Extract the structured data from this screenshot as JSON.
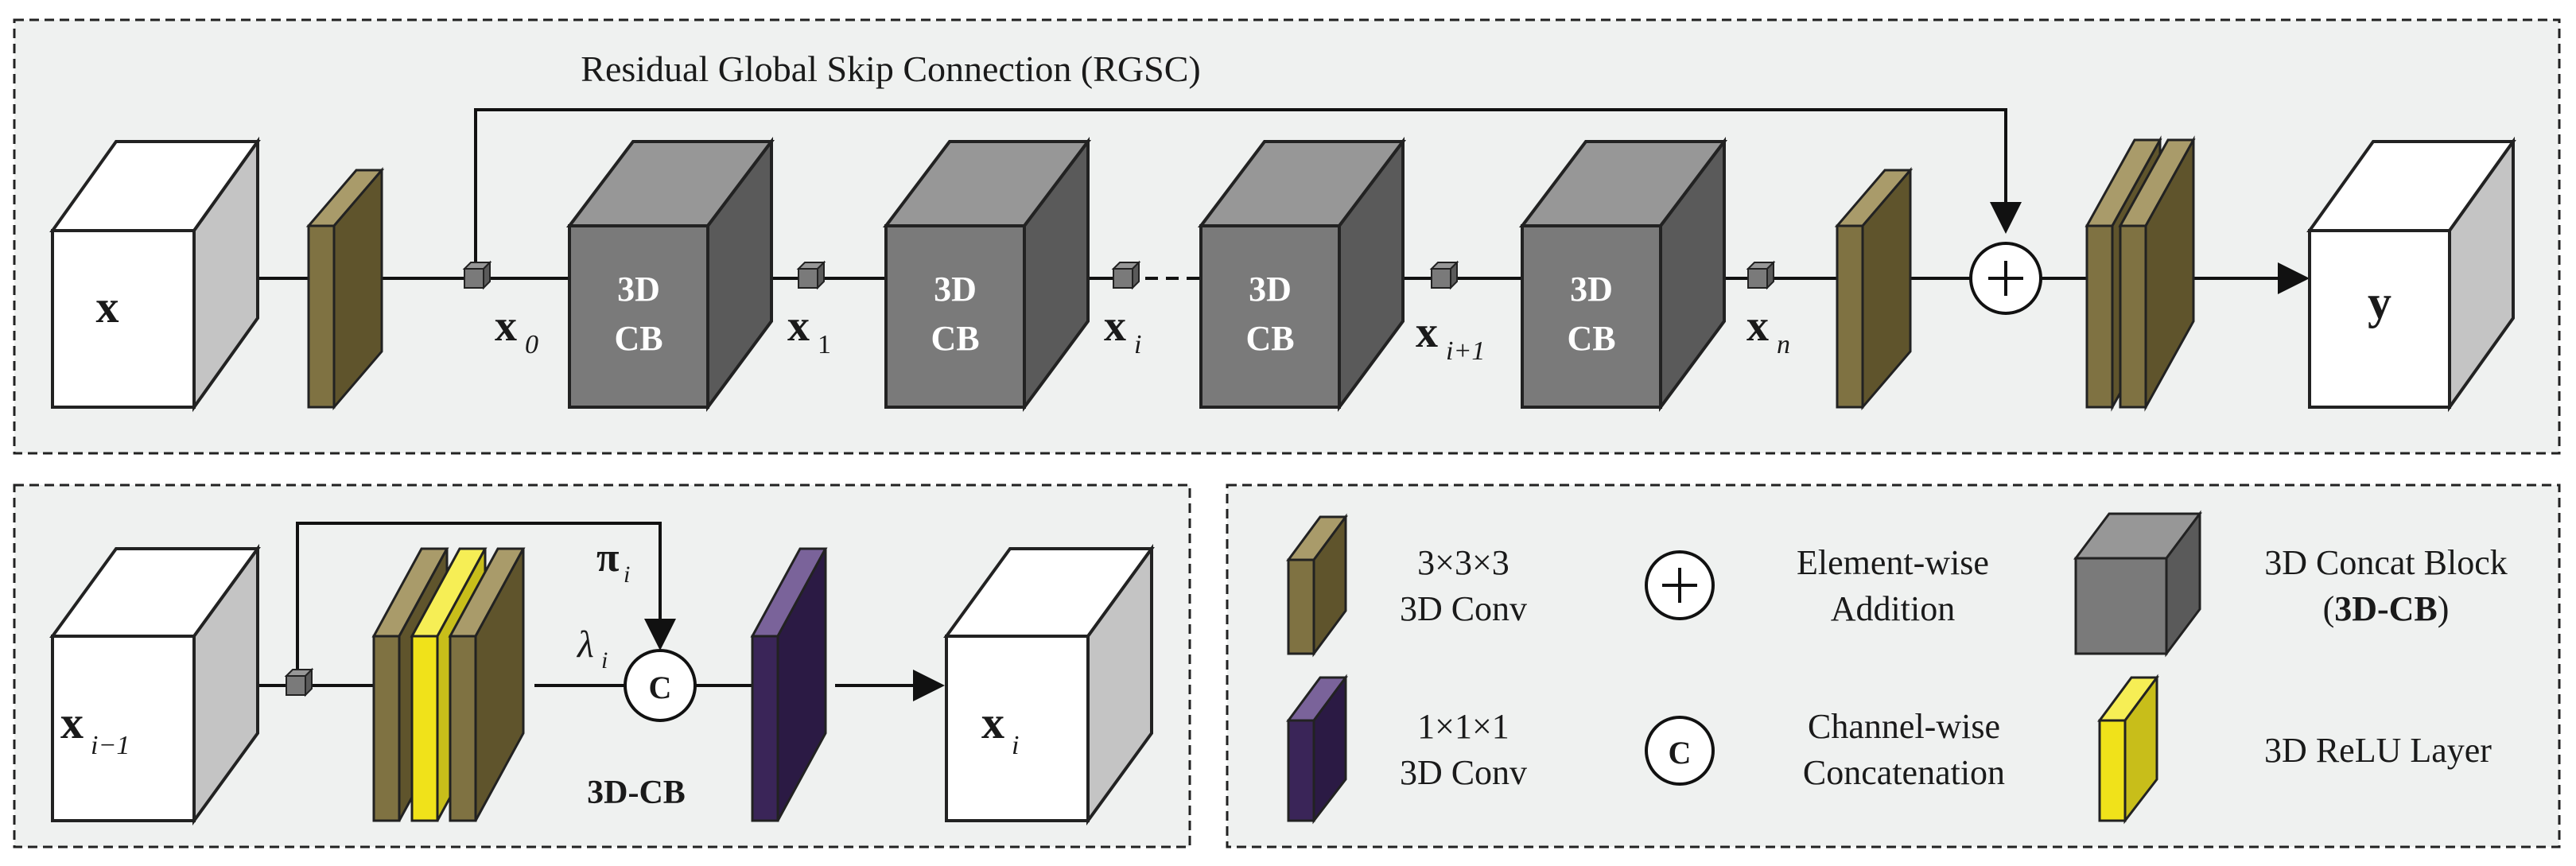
{
  "colors": {
    "panel_fill": "#eff1f0",
    "panel_border": "#222222",
    "conv3": "#7f7242",
    "conv3_side": "#5f542c",
    "conv3_top": "#a99b6a",
    "conv1": "#3a2558",
    "conv1_top": "#7a639a",
    "relu": "#f0e21a",
    "relu_side": "#c8be1a",
    "cb_front": "#7a7a7a",
    "cb_side": "#5a5a5a",
    "cb_top": "#979797",
    "io_front": "#ffffff",
    "io_side": "#c4c4c4",
    "io_top": "#ffffff"
  },
  "top_panel": {
    "title": "Residual Global Skip Connection (RGSC)",
    "input_label": "x",
    "output_label": "y",
    "cb_label_line1": "3D",
    "cb_label_line2": "CB",
    "x0": "x",
    "x0_sub": "0",
    "x1": "x",
    "x1_sub": "1",
    "xi": "x",
    "xi_sub": "i",
    "xi1": "x",
    "xi1_sub": "i+1",
    "xn": "x",
    "xn_sub": "n"
  },
  "bottom_panel": {
    "input_label": "x",
    "input_sub": "i−1",
    "output_label": "x",
    "output_sub": "i",
    "pi_label": "π",
    "pi_sub": "i",
    "lambda_label": "λ",
    "lambda_sub": "i",
    "concat_symbol": "C",
    "block_name": "3D-CB"
  },
  "legend": {
    "conv3_line1": "3×3×3",
    "conv3_line2": "3D Conv",
    "conv1_line1": "1×1×1",
    "conv1_line2": "3D Conv",
    "add_line1": "Element-wise",
    "add_line2": "Addition",
    "concat_line1": "Channel-wise",
    "concat_line2": "Concatenation",
    "concat_symbol": "C",
    "cb_line1": "3D Concat Block",
    "cb_line2_open": "(",
    "cb_line2_bold": "3D-CB",
    "cb_line2_close": ")",
    "relu": "3D ReLU Layer"
  }
}
